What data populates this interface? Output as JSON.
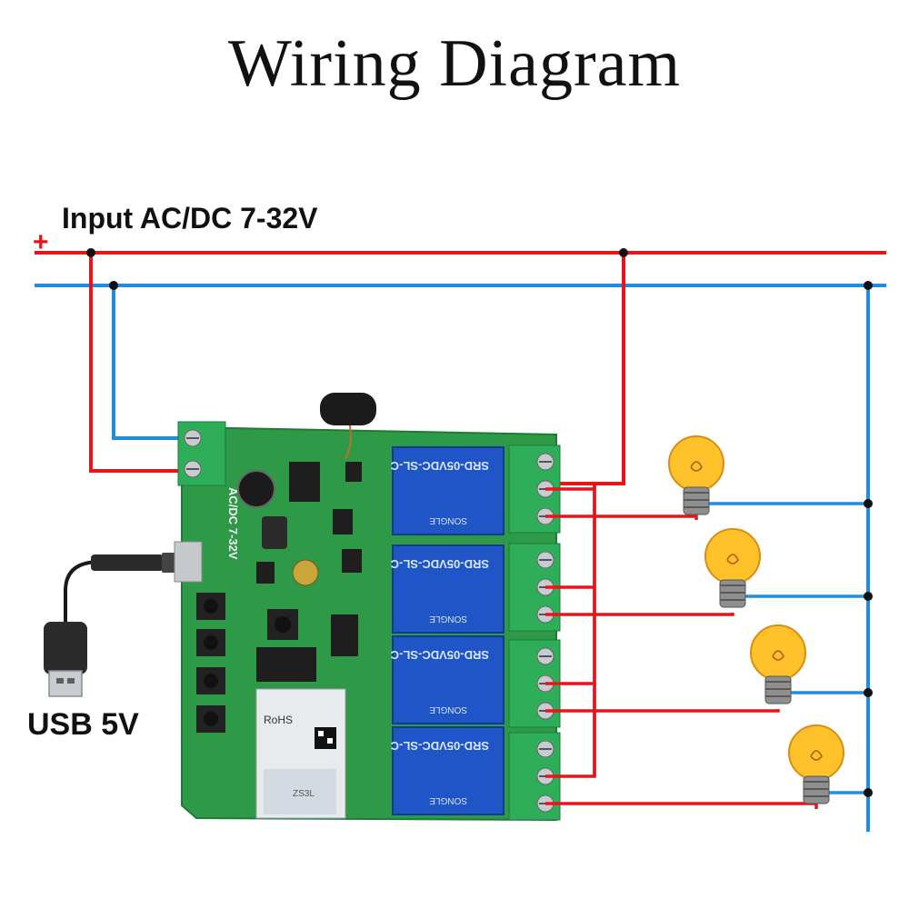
{
  "title": "Wiring Diagram",
  "power_input": {
    "label": "Input AC/DC 7-32V",
    "plus": "+",
    "minus": "–"
  },
  "usb": {
    "label": "USB 5V"
  },
  "board": {
    "terminal_label": "AC/DC 7-32V",
    "module_label": "RoHS",
    "module_name": "ZS3L"
  },
  "relays": [
    {
      "model": "SRD-05VDC-SL-C",
      "brand": "SONGLE"
    },
    {
      "model": "SRD-05VDC-SL-C",
      "brand": "SONGLE"
    },
    {
      "model": "SRD-05VDC-SL-C",
      "brand": "SONGLE"
    },
    {
      "model": "SRD-05VDC-SL-C",
      "brand": "SONGLE"
    }
  ],
  "colors": {
    "positive": "#e8141b",
    "negative": "#1e8fe0",
    "board": "#2e9a48",
    "relay": "#1f55c6",
    "terminal": "#2fae5a"
  },
  "icons": [
    "light-bulb-icon",
    "usb-plug-icon",
    "antenna-icon"
  ]
}
